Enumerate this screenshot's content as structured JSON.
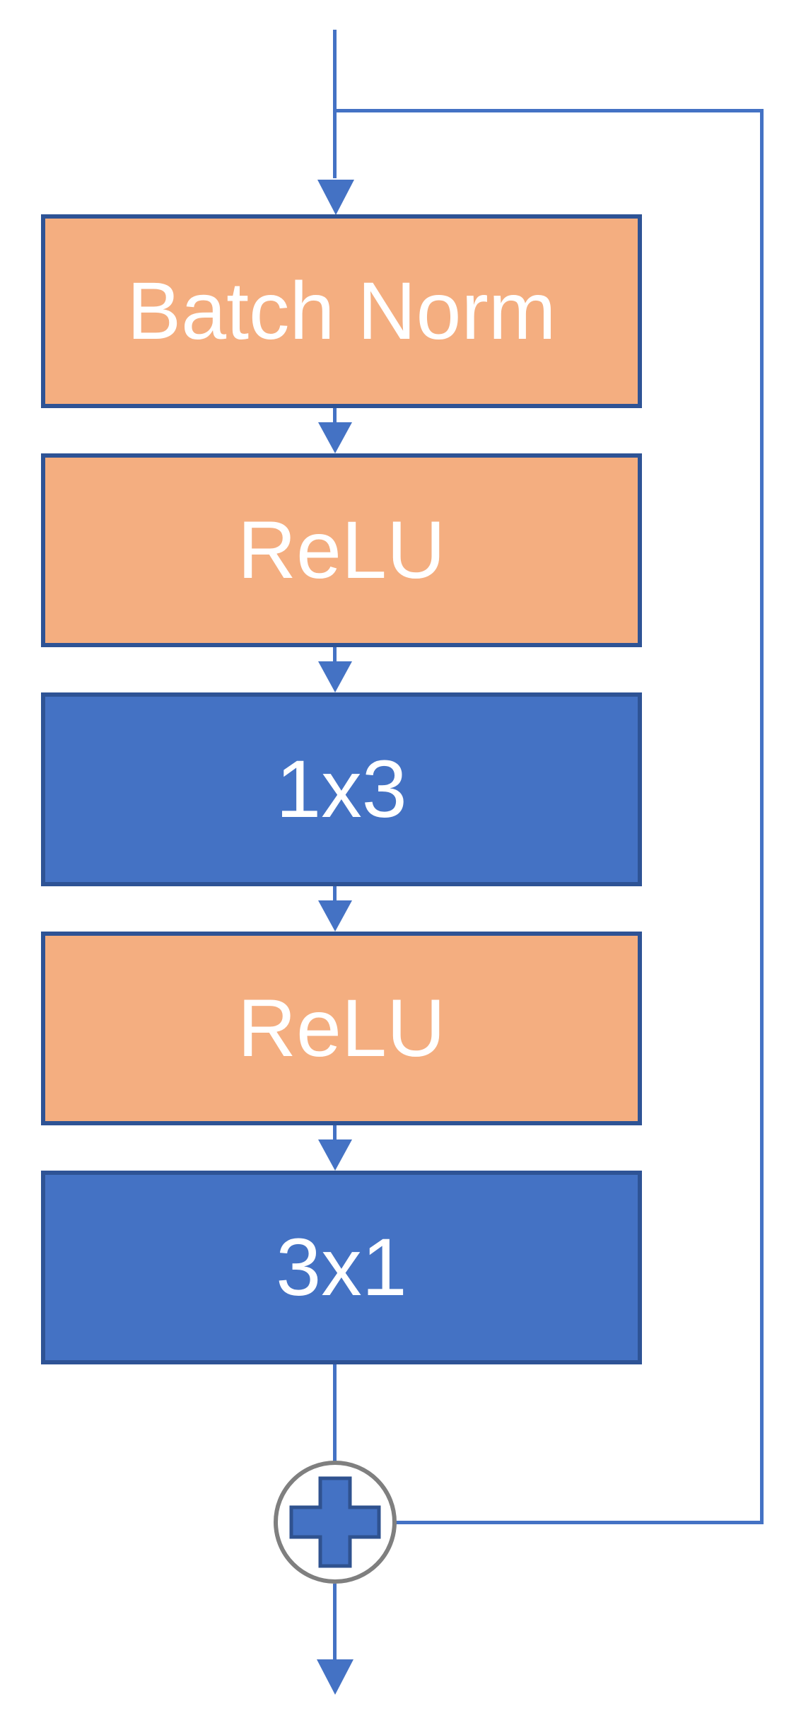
{
  "diagram": {
    "kind": "flowchart",
    "blocks": [
      {
        "id": "batch-norm",
        "label": "Batch Norm",
        "fill": "#F4AE80",
        "border": "#2E5395",
        "text_color": "#FFFFFF"
      },
      {
        "id": "relu-1",
        "label": "ReLU",
        "fill": "#F4AE80",
        "border": "#2E5395",
        "text_color": "#FFFFFF"
      },
      {
        "id": "conv-1x3",
        "label": "1x3",
        "fill": "#4472C4",
        "border": "#2E5395",
        "text_color": "#FFFFFF"
      },
      {
        "id": "relu-2",
        "label": "ReLU",
        "fill": "#F4AE80",
        "border": "#2E5395",
        "text_color": "#FFFFFF"
      },
      {
        "id": "conv-3x1",
        "label": "3x1",
        "fill": "#4472C4",
        "border": "#2E5395",
        "text_color": "#FFFFFF"
      }
    ],
    "merge_node": {
      "id": "add-node",
      "symbol": "+",
      "circle_color": "#7F7F7F",
      "plus_fill": "#4472C4",
      "plus_border": "#2F528F"
    },
    "connectors": {
      "color": "#4472C4",
      "edges": [
        {
          "from": "input",
          "to": "batch-norm",
          "arrow": true,
          "type": "main"
        },
        {
          "from": "batch-norm",
          "to": "relu-1",
          "arrow": true,
          "type": "main"
        },
        {
          "from": "relu-1",
          "to": "conv-1x3",
          "arrow": true,
          "type": "main"
        },
        {
          "from": "conv-1x3",
          "to": "relu-2",
          "arrow": true,
          "type": "main"
        },
        {
          "from": "relu-2",
          "to": "conv-3x1",
          "arrow": true,
          "type": "main"
        },
        {
          "from": "conv-3x1",
          "to": "add-node",
          "arrow": false,
          "type": "main"
        },
        {
          "from": "input",
          "to": "add-node",
          "arrow": false,
          "type": "skip"
        },
        {
          "from": "add-node",
          "to": "output",
          "arrow": true,
          "type": "main"
        }
      ]
    }
  }
}
